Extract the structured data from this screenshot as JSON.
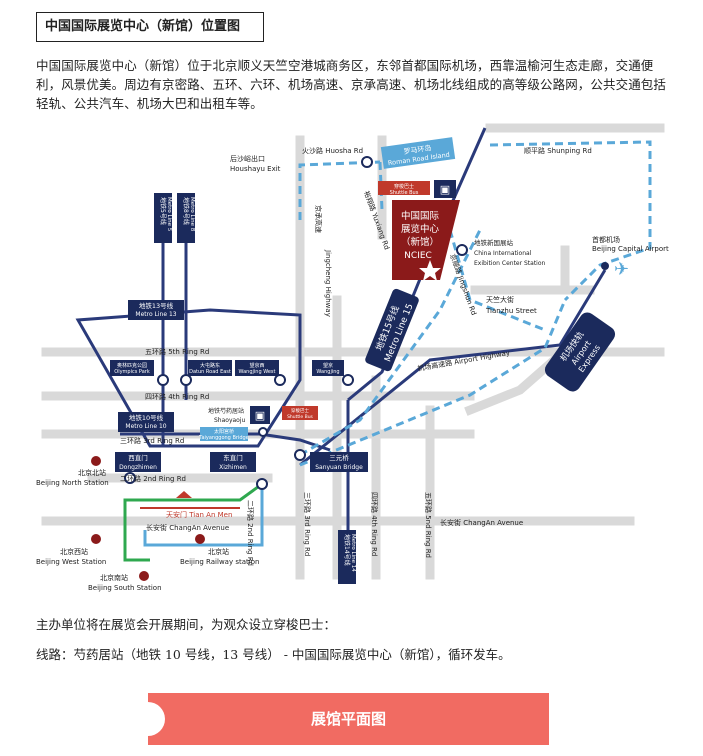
{
  "page": {
    "title": "中国国际展览中心（新馆）位置图",
    "intro": "中国国际展览中心（新馆）位于北京顺义天竺空港城商务区，东邻首都国际机场，西靠温榆河生态走廊，交通便利，风景优美。周边有京密路、五环、六环、机场高速、京承高速、机场北线组成的高等级公路网，公共交通包括轻轨、公共汽车、机场大巴和出租车等。",
    "note_line1": "主办单位将在展览会开展期间，为观众设立穿梭巴士：",
    "note_line2": "线路：芍药居站（地铁 10 号线，13 号线） - 中国国际展览中心（新馆），循环发车。",
    "button_label": "展馆平面图"
  },
  "colors": {
    "navy": "#1b2a5c",
    "metro_blue": "#2a3a7a",
    "light_blue": "#5aa8d8",
    "dark_red": "#8b1a1a",
    "road_grey": "#d8d8d8",
    "cta": "#f16b62",
    "line_green": "#2fa84f"
  },
  "map": {
    "huosha": "火沙路 Huosha Rd",
    "roman_cn": "罗马环岛",
    "roman_en": "Roman Road Island",
    "houshayu_cn": "后沙峪出口",
    "houshayu_en": "Houshayu Exit",
    "shunping": "顺平路 Shunping Rd",
    "shuttle_cn": "穿梭巴士",
    "shuttle_en": "Shuttle Bus",
    "nciec_cn1": "中国国际",
    "nciec_cn2": "展览中心",
    "nciec_cn3": "（新馆）",
    "nciec_en": "NCIEC",
    "station_cn": "地铁新国展站",
    "station_en1": "China International",
    "station_en2": "Exibition Center Station",
    "capital_cn": "首都机场",
    "capital_en": "Beijing Capital Airport",
    "tianzhu_cn": "天竺大街",
    "tianzhu_en": "Tianzhu Street",
    "jingcheng_cn": "京承高速",
    "jingcheng_en": "Jingcheng Highway",
    "yuxiang": "裕翔路 Yuxiang Rd",
    "jingshun": "京顺路 Jingshun Rd",
    "metro13_cn": "地铁13号线",
    "metro13_en": "Metro Line 13",
    "metro5_cn": "地铁5号线",
    "metro5_en": "Metro Line 5",
    "metro8_cn": "地铁8号线",
    "metro8_en": "Metro Line 8",
    "metro15_cn": "地铁15号线",
    "metro15_en": "Metro Line 15",
    "ring5": "五环路 5th Ring Rd",
    "ring4": "四环路 4th Ring Rd",
    "ring3": "三环路 3rd Ring Rd",
    "ring2": "二环路 2nd Ring Rd",
    "olympics_cn": "奥林匹克公园",
    "olympics_en": "Olympics Park",
    "datun_cn": "大屯路东",
    "datun_en": "Datun Road East",
    "wangjing_cn": "望京西",
    "wangjing_en": "Wangjing West",
    "wangjing2_cn": "望京",
    "wangjing2_en": "Wangjing",
    "airport_hwy": "机场高速路 Airport Highway",
    "express_cn": "机场快轨",
    "express_en1": "Airport",
    "express_en2": "Express",
    "metro10_cn": "地铁10号线",
    "metro10_en": "Metro Line 10",
    "shaoyaoju_cn": "地铁芍药居站",
    "shaoyaoju_en": "Shaoyaoju",
    "taiyang_cn": "太阳宫桥",
    "taiyang_en": "Taiyanggong Bridge",
    "shuttle2_cn": "穿梭巴士",
    "shuttle2_en": "Shuttle Bus",
    "dongzhimen_cn": "西直门",
    "dongzhimen_en": "Dongzhimen",
    "xizhimen_cn": "东直门",
    "xizhimen_en": "Xizhimen",
    "sanyuan_cn": "三元桥",
    "sanyuan_en": "Sanyuan Bridge",
    "bj_north_cn": "北京北站",
    "bj_north_en": "Beijing North Station",
    "tiananmen": "天安门 Tian An Men",
    "changan": "长安街 ChangAn Avenue",
    "changan2": "长安街 ChangAn Avenue",
    "bj_west_cn": "北京西站",
    "bj_west_en": "Beijing West Station",
    "bj_rail_cn": "北京站",
    "bj_rail_en": "Beijing Railway station",
    "bj_south_cn": "北京南站",
    "bj_south_en": "Beijing South Station",
    "ring3v": "三环路 3rd Ring Rd",
    "ring4v": "四环路 4th Ring Rd",
    "ring5v": "五环路 5nd Ring Rd",
    "ring2v": "二环路 2nd Ring Rd",
    "metro14_cn": "地铁14号线",
    "metro14_en": "Metro Line 14"
  }
}
